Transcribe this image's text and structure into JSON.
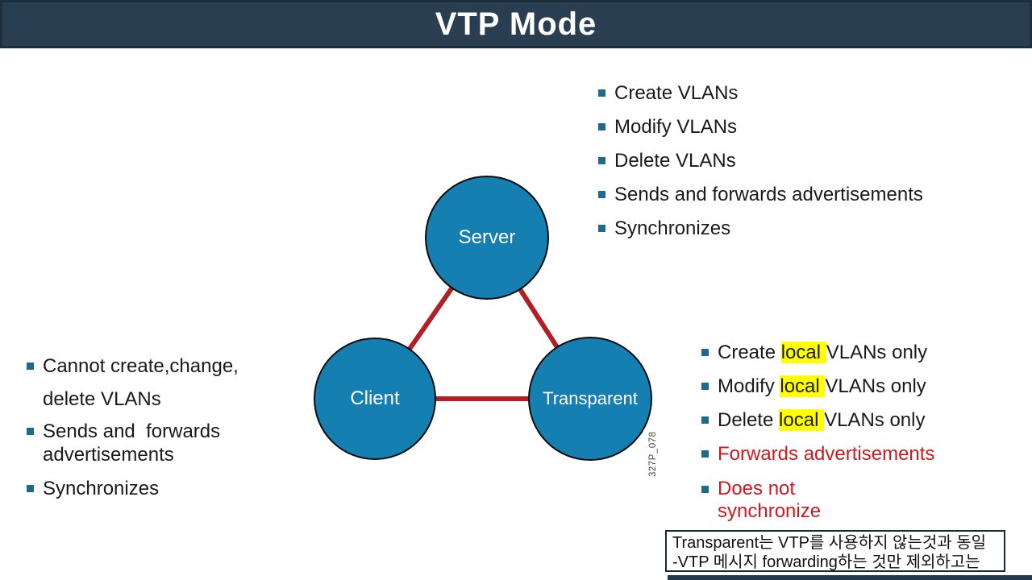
{
  "title_bar": {
    "title": "VTP Mode",
    "bg_color": "#2a3e52",
    "text_color": "#ffffff"
  },
  "diagram": {
    "nodes": [
      {
        "id": "server",
        "label": "Server"
      },
      {
        "id": "client",
        "label": "Client"
      },
      {
        "id": "transparent",
        "label": "Transparent"
      }
    ],
    "links": [
      {
        "from": "server",
        "to": "client"
      },
      {
        "from": "server",
        "to": "transparent"
      },
      {
        "from": "client",
        "to": "transparent"
      }
    ],
    "node_fill": "#157fb2",
    "node_stroke": "#0d0d0d",
    "link_color": "#b21f24",
    "watermark": "327P_078"
  },
  "lists": {
    "server_capabilities": {
      "items": [
        "Create VLANs",
        "Modify VLANs",
        "Delete VLANs",
        "Sends and forwards advertisements",
        "Synchronizes"
      ]
    },
    "client_capabilities": {
      "items": [
        {
          "lines": [
            "Cannot create,change,",
            "delete VLANs"
          ]
        },
        {
          "lines": [
            "Sends and  forwards",
            "advertisements"
          ]
        },
        {
          "lines": [
            "Synchronizes"
          ]
        }
      ]
    },
    "transparent_capabilities": {
      "items": [
        {
          "pre": "Create ",
          "highlight": "local ",
          "post": "VLANs only"
        },
        {
          "pre": "Modify ",
          "highlight": "local ",
          "post": "VLANs only"
        },
        {
          "pre": "Delete ",
          "highlight": "local ",
          "post": "VLANs only"
        },
        {
          "lines": [
            "Forwards advertisements"
          ]
        },
        {
          "lines": [
            "Does not",
            "synchronize"
          ]
        }
      ]
    }
  },
  "note": {
    "lines": [
      "Transparent는 VTP를 사용하지 않는것과 동일",
      "-VTP 메시지 forwarding하는 것만 제외하고는"
    ]
  },
  "colors": {
    "bullet": "#1e6a8c",
    "red_text": "#d0191f",
    "highlight": "#ffff00",
    "navy": "#2a3e52"
  }
}
